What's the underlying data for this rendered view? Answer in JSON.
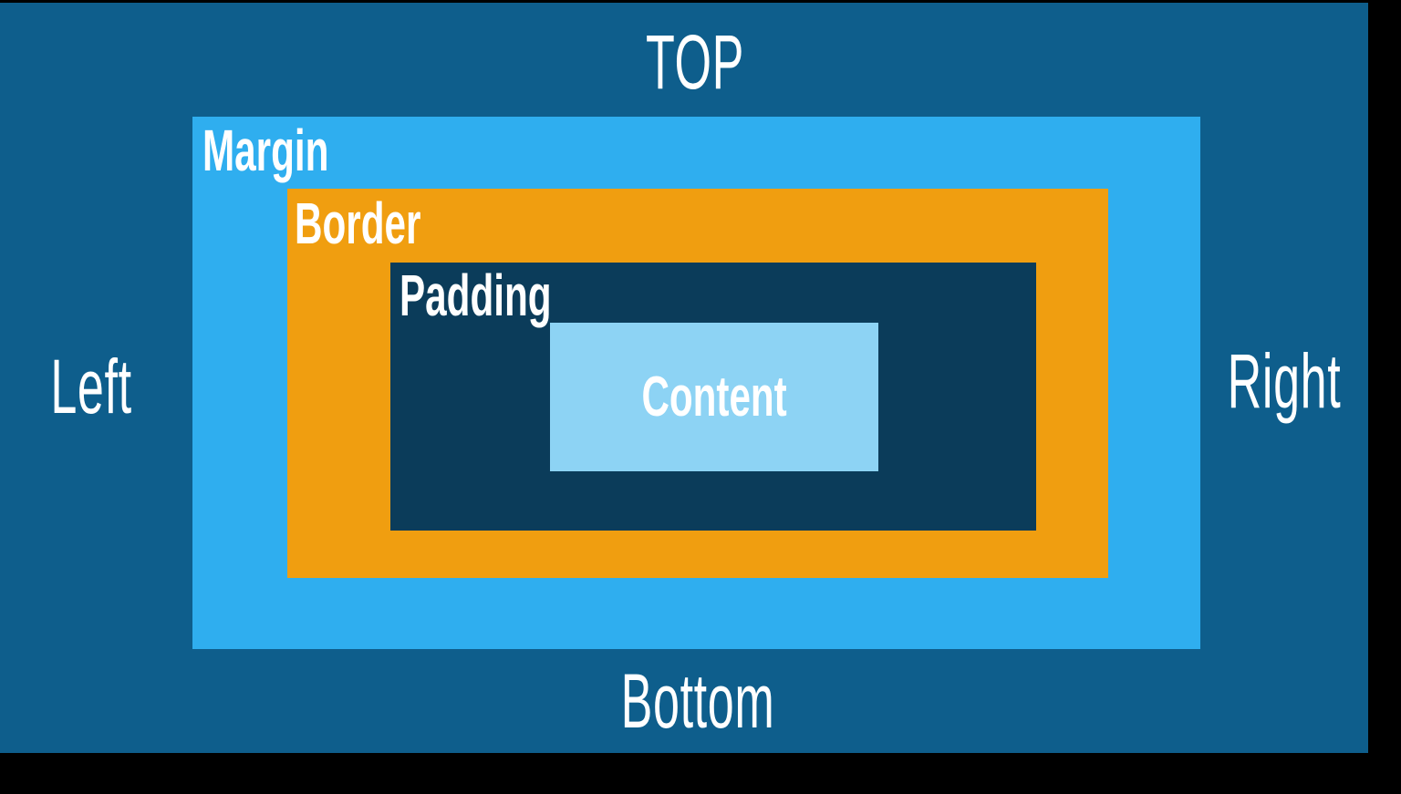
{
  "diagram": {
    "title": "CSS box model diagram",
    "type": "nested-box-model",
    "outer_labels": {
      "top": "TOP",
      "left": "Left",
      "right": "Right",
      "bottom": "Bottom"
    },
    "boxes": {
      "margin": {
        "label": "Margin",
        "color": "#2FAEEF"
      },
      "border": {
        "label": "Border",
        "color": "#F09E10"
      },
      "padding": {
        "label": "Padding",
        "color": "#0B3C5A"
      },
      "content": {
        "label": "Content",
        "color": "#8DD3F4"
      }
    },
    "colors": {
      "letterbox_background": "#000000",
      "stage_background": "#0E5E8C",
      "label_text": "#FFFFFF"
    }
  }
}
